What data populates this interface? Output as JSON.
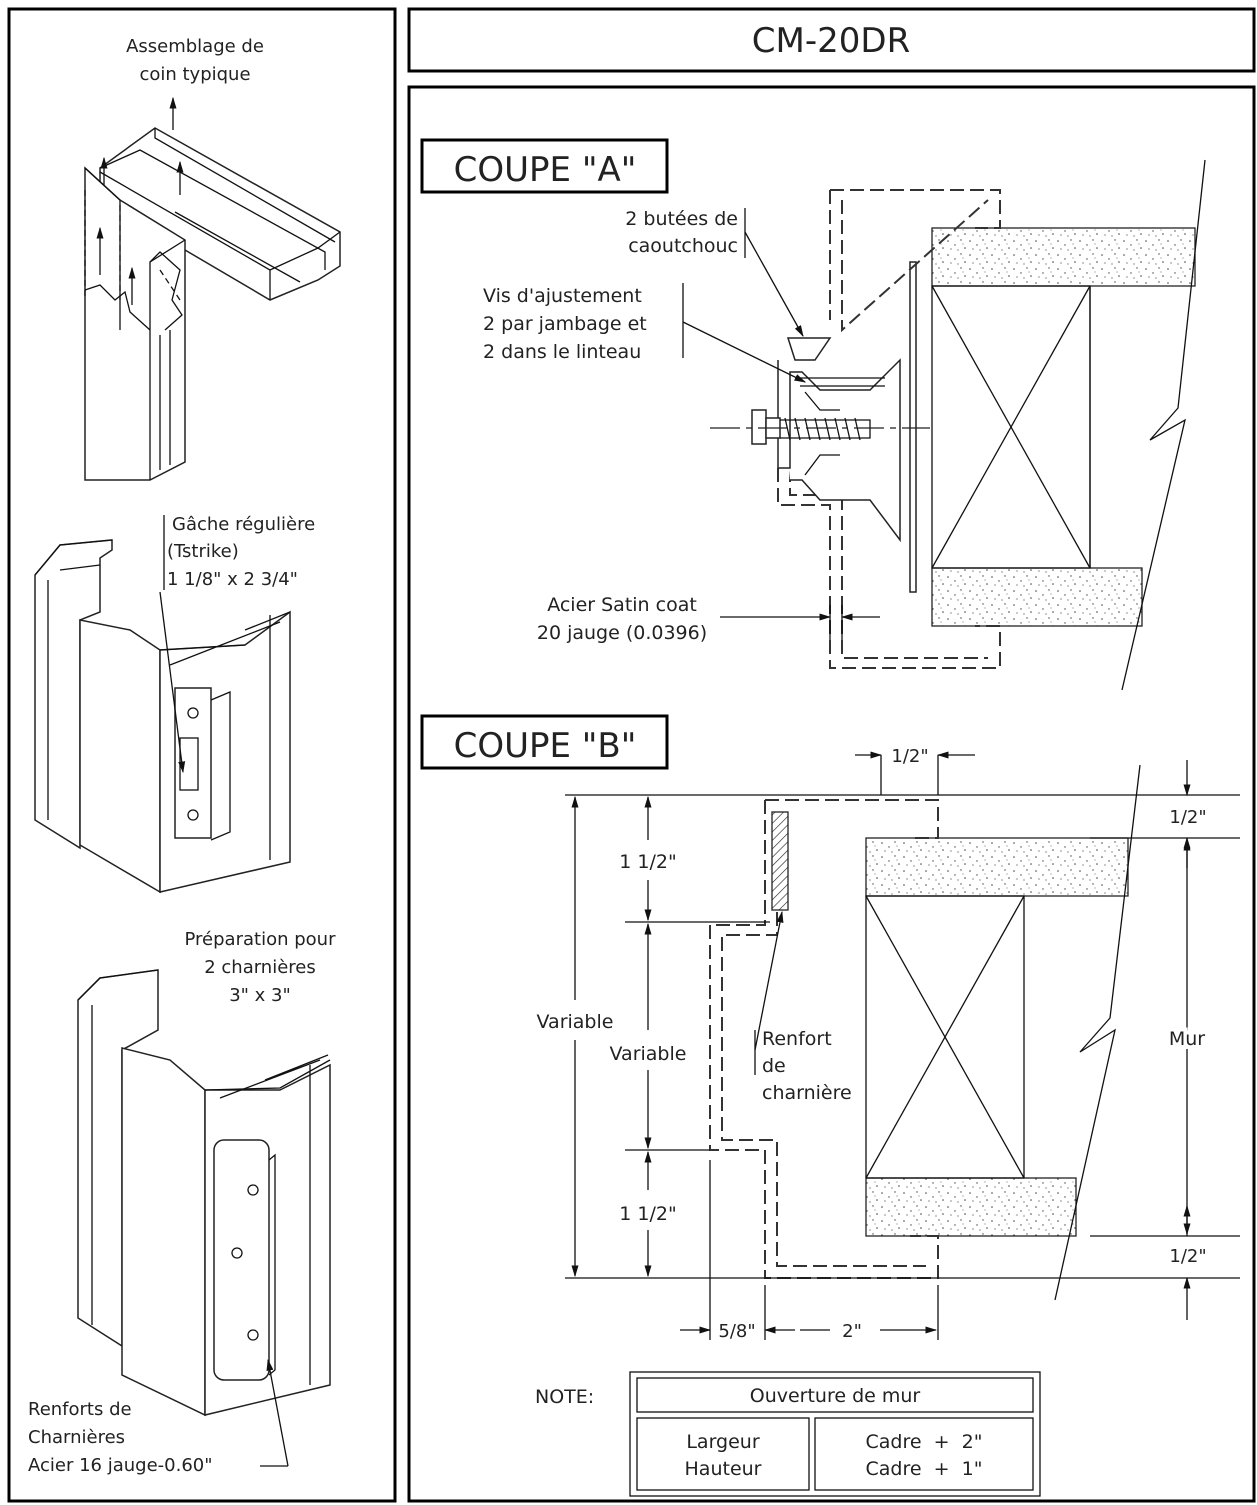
{
  "title": "CM-20DR",
  "left_panel": {
    "corner_label": [
      "Assemblage de",
      "coin typique"
    ],
    "strike_label": [
      "Gâche régulière",
      "(Tstrike)",
      "1 1/8\" x 2 3/4\""
    ],
    "hinge_prep_label": [
      "Préparation pour",
      "2 charnières",
      "3\" x 3\""
    ],
    "hinge_reinforcement_label": [
      "Renforts de",
      "Charnières",
      "Acier 16 jauge-0.60\""
    ]
  },
  "section_a": {
    "heading": "COUPE \"A\"",
    "bumpers_label": [
      "2 butées de",
      "caoutchouc"
    ],
    "screws_label": [
      "Vis d'ajustement",
      "2 par jambage et",
      "2 dans le linteau"
    ],
    "steel_label": [
      "Acier Satin coat",
      "20 jauge (0.0396)"
    ]
  },
  "section_b": {
    "heading": "COUPE \"B\"",
    "dim_top": "1/2\"",
    "dim_right_top": "1/2\"",
    "dim_right_bottom": "1/2\"",
    "dim_upper": "1 1/2\"",
    "dim_lower": "1 1/2\"",
    "dim_variable_outer": "Variable",
    "dim_variable_inner": "Variable",
    "dim_wall": "Mur",
    "dim_bottom_left": "5/8\"",
    "dim_bottom_right": "2\"",
    "reinforcement_label": [
      "Renfort",
      "de",
      "charnière"
    ]
  },
  "note": {
    "label": "NOTE:",
    "header": "Ouverture de mur",
    "rows_left": [
      "Largeur",
      "Hauteur"
    ],
    "rows_right": [
      "Cadre  +  2\"",
      "Cadre  +  1\""
    ]
  }
}
